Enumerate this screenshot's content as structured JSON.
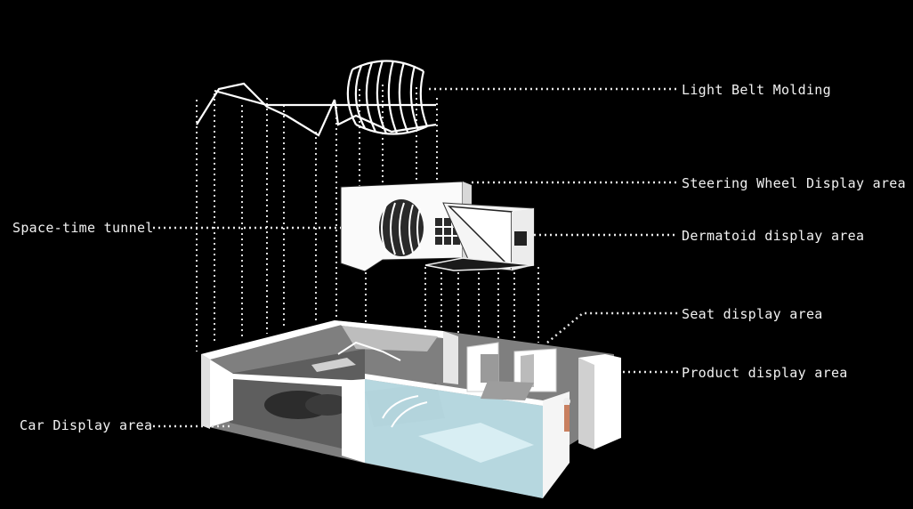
{
  "colors": {
    "background": "#000000",
    "label_text": "#f2f2f2",
    "leader_dots": "#e6e6e6",
    "model_white": "#ffffff",
    "model_floor": "#8c8c8c",
    "glass": "#bfe6f0"
  },
  "labels": {
    "light_belt": "Light Belt Molding",
    "steering_wheel": "Steering Wheel Display area",
    "dermatoid": "Dermatoid display area",
    "seat": "Seat display area",
    "product": "Product display area",
    "space_time": "Space-time tunnel",
    "car": "Car Display area"
  }
}
